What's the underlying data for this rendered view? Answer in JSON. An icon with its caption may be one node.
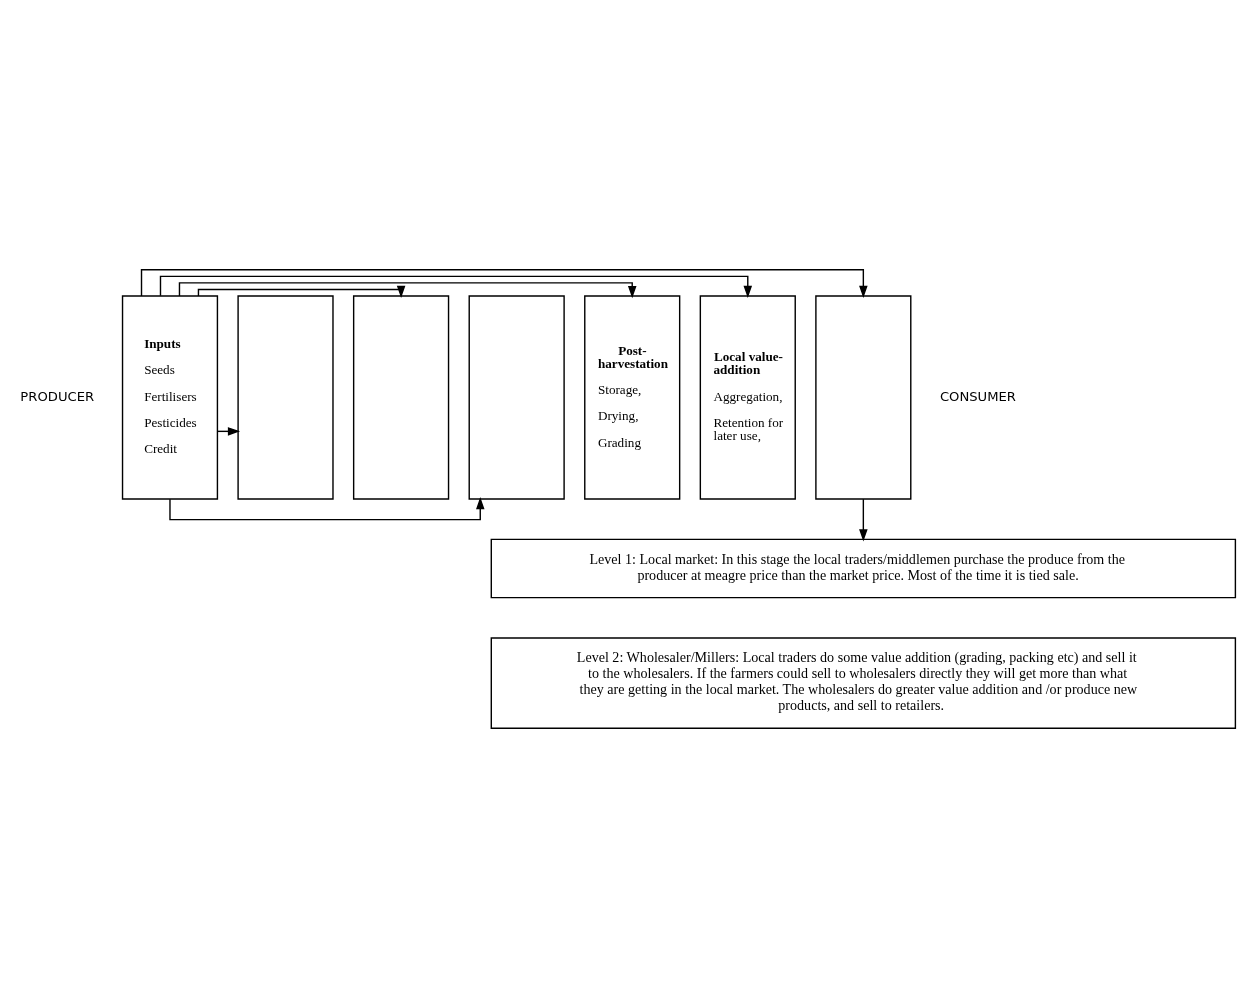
{
  "diagram": {
    "nodes": [
      {
        "text": [
          "Inputs",
          "Seeds",
          "Fertilisers",
          "Pesticides",
          "Credit"
        ]
      },
      {
        "text": [],
        "shape": "box"
      },
      {
        "text": [],
        "shape": "box"
      },
      {
        "text": [],
        "shape": "box"
      },
      {
        "text": [
          "Post-harvestation",
          "Storage,",
          "Drying,",
          "Grading"
        ]
      },
      {
        "text": [
          "Local value-addition",
          "Aggregation,",
          "Retention for later use,"
        ]
      },
      {
        "text": [],
        "shape": "box"
      },
      {
        "text": [
          "Level 1: Local market: In this stage the local traders/middlemen purchase the produce from the producer at meagre price than the market price. Most of the time it is tied sale."
        ]
      },
      {
        "text": [
          "Level 2: Wholesaler/Millers: Local traders do some value addition (grading, packing etc) and sell it to the wholesalers. If the farmers could sell to wholesalers directly they will get more than what they are getting in the local market. The wholesalers do greater value addition and /or produce new products, and sell to retailers."
        ]
      }
    ],
    "edges": [
      {
        "from": 0,
        "to": 1,
        "arrow": "to"
      },
      {
        "from": 0,
        "to": 2,
        "arrow": "to"
      },
      {
        "from": 0,
        "to": 3,
        "arrow": "to"
      },
      {
        "from": 0,
        "to": 4,
        "arrow": "to"
      },
      {
        "from": 0,
        "to": 5,
        "arrow": "to"
      },
      {
        "from": 0,
        "to": 6,
        "arrow": "to"
      },
      {
        "from": 6,
        "to": 7,
        "arrow": "to"
      }
    ],
    "labels": [
      "PRODUCER",
      "CONSUMER"
    ]
  }
}
